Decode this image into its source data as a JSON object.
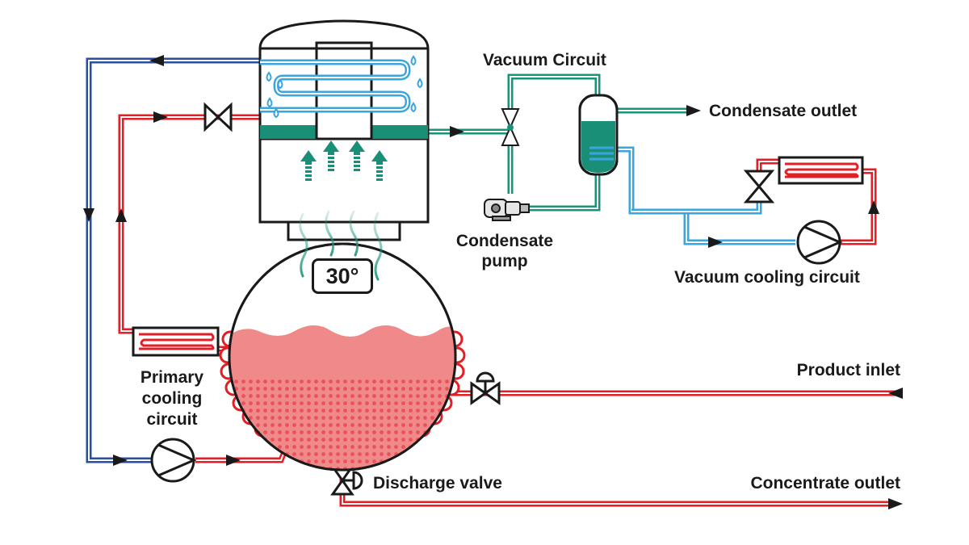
{
  "labels": {
    "vacuum_circuit": "Vacuum Circuit",
    "condensate_outlet": "Condensate outlet",
    "condensate_pump": [
      "Condensate",
      "pump"
    ],
    "vacuum_cooling_circuit": "Vacuum cooling circuit",
    "primary_cooling_circuit": [
      "Primary",
      "cooling",
      "circuit"
    ],
    "product_inlet": "Product inlet",
    "discharge_valve": "Discharge valve",
    "concentrate_outlet": "Concentrate outlet"
  },
  "temperature_display": "30°",
  "colors": {
    "hot_line": "#e31e24",
    "cold_line": "#2b4f9e",
    "cooling_line": "#3aa6e0",
    "vacuum_line": "#1a9478",
    "liquid": "#f08a8a",
    "condensate": "#1a8f78",
    "outline": "#1a1a1a"
  }
}
